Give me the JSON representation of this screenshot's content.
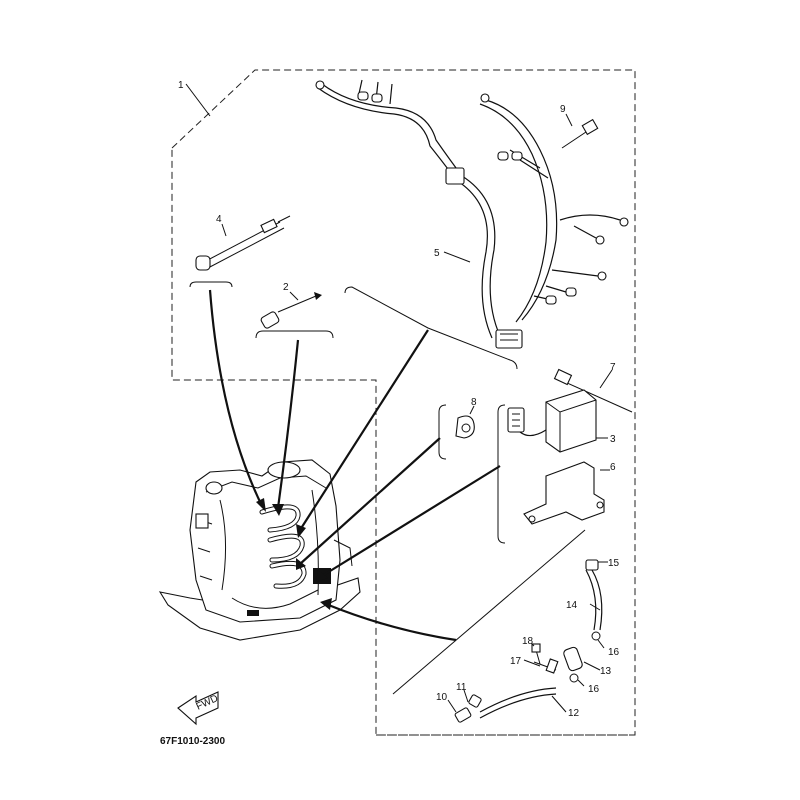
{
  "diagram": {
    "part_code": "67F1010-2300",
    "fwd_label": "FWD",
    "callouts": {
      "c1": "1",
      "c2": "2",
      "c3": "3",
      "c4": "4",
      "c5": "5",
      "c6": "6",
      "c7": "7",
      "c8": "8",
      "c9": "9",
      "c10": "10",
      "c11": "11",
      "c12": "12",
      "c13": "13",
      "c14": "14",
      "c15": "15",
      "c16a": "16",
      "c16b": "16",
      "c17": "17",
      "c18": "18"
    }
  }
}
